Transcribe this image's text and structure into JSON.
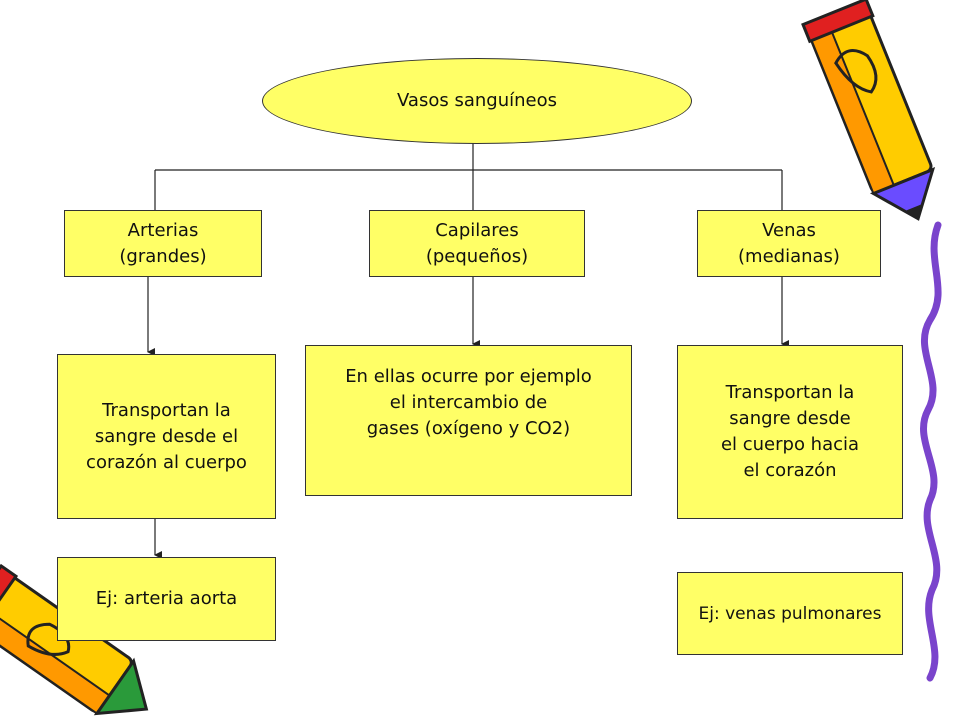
{
  "diagram": {
    "root": "Vasos sanguíneos",
    "arterias": {
      "title": "Arterias\n(grandes)",
      "description": "Transportan la\nsangre desde el\ncorazón al cuerpo",
      "example": "Ej: arteria aorta"
    },
    "capilares": {
      "title": "Capilares\n(pequeños)",
      "description": "En ellas ocurre por ejemplo\nel intercambio de\ngases (oxígeno y CO2)"
    },
    "venas": {
      "title": "Venas\n(medianas)",
      "description": "Transportan la\nsangre desde\nel cuerpo hacia\nel corazón",
      "example": "Ej: venas pulmonares"
    }
  },
  "colors": {
    "node_fill": "#ffff66",
    "line": "#222222"
  },
  "decorations": [
    "pencil-icon-top-right",
    "pencil-icon-bottom-left",
    "purple-squiggle-right"
  ]
}
